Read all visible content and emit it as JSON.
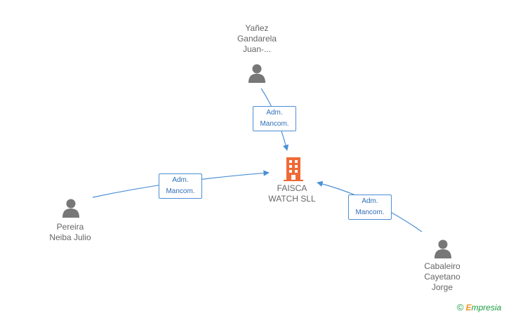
{
  "center_node": {
    "name": "FAISCA\nWATCH SLL",
    "icon": "building-icon",
    "color": "#f06a35"
  },
  "persons": [
    {
      "id": "yanez",
      "name": "Yañez\nGandarela\nJuan-...",
      "icon": "person-icon"
    },
    {
      "id": "pereira",
      "name": "Pereira\nNeiba Julio",
      "icon": "person-icon"
    },
    {
      "id": "cabaleiro",
      "name": "Cabaleiro\nCayetano\nJorge",
      "icon": "person-icon"
    }
  ],
  "relations": [
    {
      "from": "yanez",
      "label": "Adm.\nMancom."
    },
    {
      "from": "pereira",
      "label": "Adm.\nMancom."
    },
    {
      "from": "cabaleiro",
      "label": "Adm.\nMancom."
    }
  ],
  "colors": {
    "edge": "#4a8fd6",
    "person": "#777777",
    "label_text": "#666666"
  },
  "footer": {
    "copyright_symbol": "©",
    "brand_first": "E",
    "brand_rest": "mpresia"
  }
}
